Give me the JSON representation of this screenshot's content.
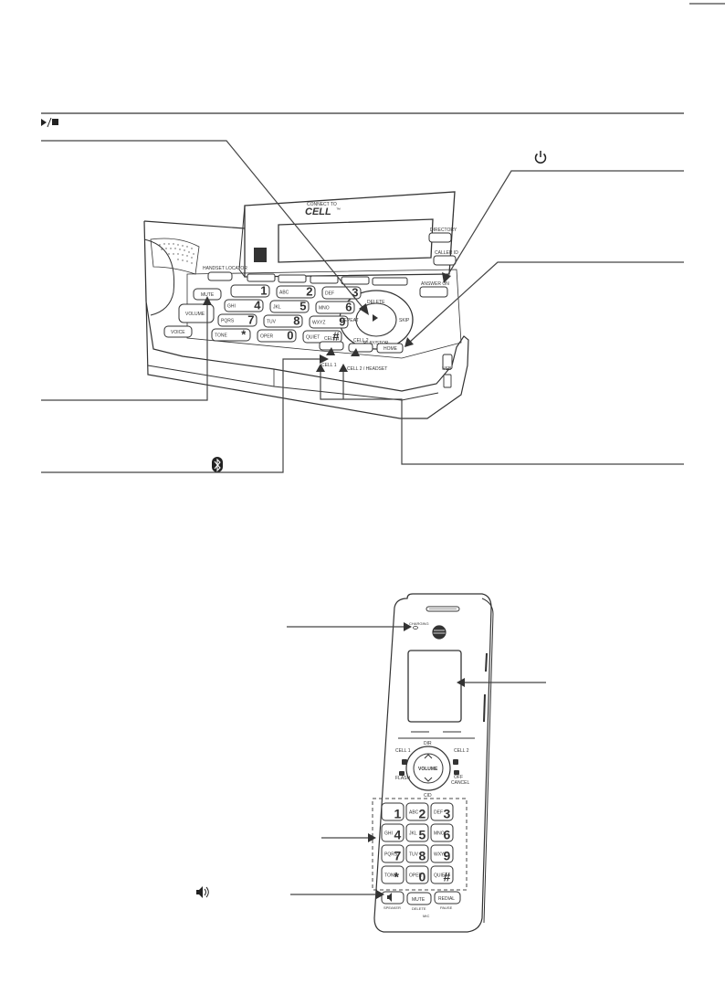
{
  "icons": {
    "play_stop": "play-stop-icon",
    "power": "power-icon",
    "bluetooth": "bluetooth-icon",
    "speaker": "speaker-icon"
  },
  "colors": {
    "line": "#555555",
    "ink": "#2b2b2b",
    "device_fill": "#ffffff"
  },
  "base": {
    "brand_small": "CONNECT TO",
    "brand": "CELL",
    "tm": "™",
    "handset_locator": "HANDSET LOCATOR",
    "directory": "DIRECTORY",
    "caller_id": "CALLER ID",
    "answer_on": "ANSWER ON",
    "mute": "MUTE",
    "volume": "VOLUME",
    "voice": "VOICE",
    "delete": "DELETE",
    "repeat": "REPEAT",
    "skip": "SKIP",
    "play_stop_label": "PLAY/STOP",
    "home": "HOME",
    "cell1": "CELL 1",
    "cell2": "CELL 2",
    "cell1_led": "CELL 1",
    "cell2_led": "CELL 2 / HEADSET",
    "usb": "USB",
    "keys": [
      {
        "n": "1",
        "l": ""
      },
      {
        "n": "2",
        "l": "ABC"
      },
      {
        "n": "3",
        "l": "DEF"
      },
      {
        "n": "4",
        "l": "GHI"
      },
      {
        "n": "5",
        "l": "JKL"
      },
      {
        "n": "6",
        "l": "MNO"
      },
      {
        "n": "7",
        "l": "PQRS"
      },
      {
        "n": "8",
        "l": "TUV"
      },
      {
        "n": "9",
        "l": "WXYZ"
      },
      {
        "n": "*",
        "l": "TONE"
      },
      {
        "n": "0",
        "l": "OPER"
      },
      {
        "n": "#",
        "l": "QUIET"
      }
    ]
  },
  "handset": {
    "charging": "CHARGING",
    "cell1": "CELL 1",
    "cell2": "CELL 2",
    "dir": "DIR",
    "cid": "CID",
    "volume": "VOLUME",
    "flash": "FLASH",
    "off": "OFF",
    "cancel": "CANCEL",
    "speaker": "SPEAKER",
    "mute": "MUTE",
    "delete": "DELETE",
    "redial": "REDIAL",
    "pause": "PAUSE",
    "mic": "MIC",
    "keys": [
      {
        "n": "1",
        "l": ""
      },
      {
        "n": "2",
        "l": "ABC"
      },
      {
        "n": "3",
        "l": "DEF"
      },
      {
        "n": "4",
        "l": "GHI"
      },
      {
        "n": "5",
        "l": "JKL"
      },
      {
        "n": "6",
        "l": "MNO"
      },
      {
        "n": "7",
        "l": "PQRS"
      },
      {
        "n": "8",
        "l": "TUV"
      },
      {
        "n": "9",
        "l": "WXYZ"
      },
      {
        "n": "*",
        "l": "TONE"
      },
      {
        "n": "0",
        "l": "OPER"
      },
      {
        "n": "#",
        "l": "QUIET"
      }
    ]
  }
}
